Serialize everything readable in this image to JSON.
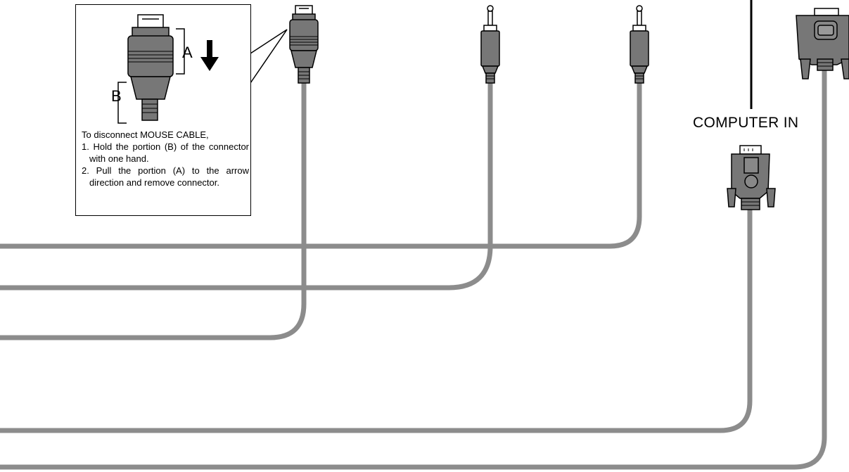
{
  "callout": {
    "label_a": "A",
    "label_b": "B",
    "intro": "To disconnect MOUSE CABLE,",
    "step1": "1. Hold the portion (B) of the connector with one hand.",
    "step2": "2. Pull the portion (A) to the arrow direction and remove connector."
  },
  "labels": {
    "computer_in": "COMPUTER IN"
  },
  "colors": {
    "cable": "#8c8c8c",
    "connector_body": "#777777",
    "outline": "#000000"
  }
}
